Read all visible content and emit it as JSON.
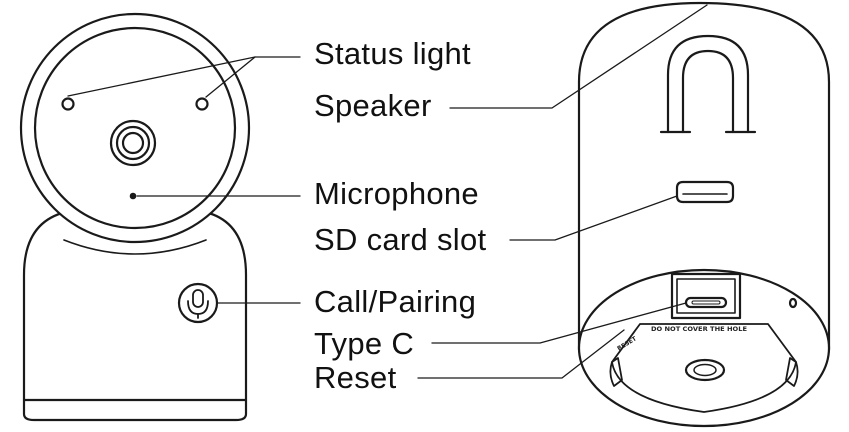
{
  "labels": {
    "status_light": "Status light",
    "speaker": "Speaker",
    "microphone": "Microphone",
    "sd_card_slot": "SD card slot",
    "call_pairing": "Call/Pairing",
    "type_c": "Type C",
    "reset": "Reset"
  },
  "engraving": {
    "port_warning": "DO NOT COVER THE HOLE",
    "reset_mark": "RESET"
  },
  "colors": {
    "line": "#1a1a1a",
    "background": "#ffffff"
  }
}
